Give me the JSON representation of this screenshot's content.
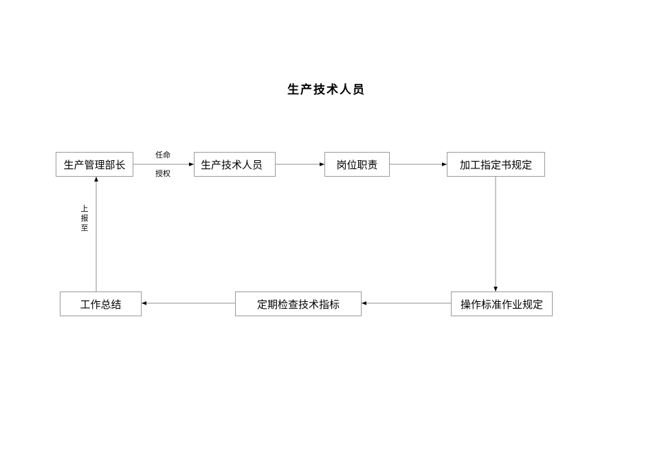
{
  "title": "生产技术人员",
  "nodes": {
    "minister": "生产管理部长",
    "tech_staff": "生产技术人员",
    "duties": "岗位职责",
    "instructions": "加工指定书规定",
    "standards": "操作标准作业规定",
    "inspection": "定期检查技术指标",
    "summary": "工作总结"
  },
  "edges": {
    "appoint": "任命",
    "authorize": "授权",
    "report_to": "上报至"
  },
  "colors": {
    "border": "#9a9a9a",
    "line": "#8c8c8c",
    "arrow": "#000000"
  }
}
